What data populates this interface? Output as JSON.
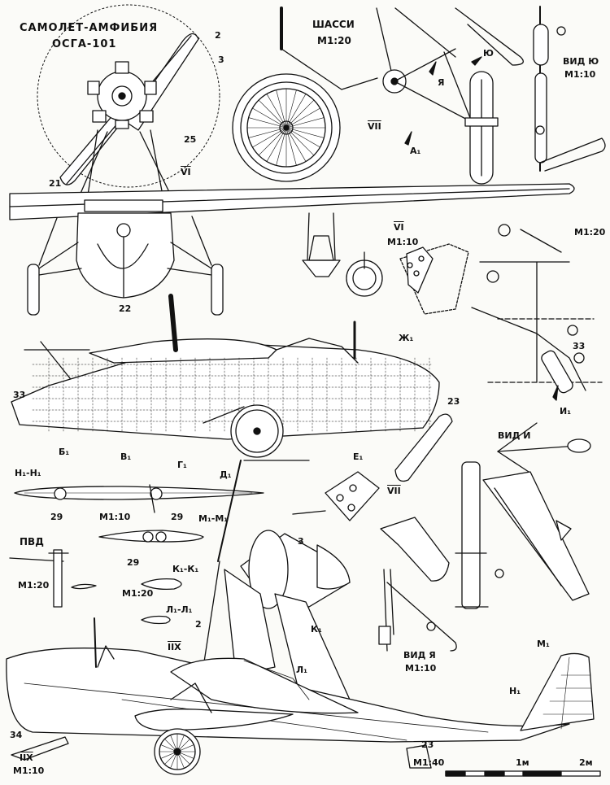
{
  "title": {
    "line1": "САМОЛЕТ-АМФИБИЯ",
    "line2": "ОСГА-101"
  },
  "chassis": {
    "title": "ШАССИ",
    "scale": "М1:20"
  },
  "views": {
    "vid_yu": "ВИД Ю",
    "vid_yu_scale": "М1:10",
    "vid_i": "ВИД И",
    "vid_ya": "ВИД Я",
    "vid_ya_scale": "М1:10",
    "vi_scale": "М1:10",
    "ix_scale": "М1:10",
    "pvd": "ПВД",
    "pvd_scale": "М1:20",
    "main_scale": "М1:40",
    "right_scale": "М1:20"
  },
  "sections": {
    "nn": "Н₁-Н₁",
    "nn_scale": "М1:10",
    "mm": "М₁-М₁",
    "kk": "К₁-К₁",
    "kk_scale": "М1:20",
    "ll": "Л₁-Л₁"
  },
  "roman": {
    "vi_a": "VI",
    "vi_b": "VI",
    "vii_a": "VII",
    "vii_b": "VII",
    "ix_a": "IIX",
    "ix_b": "IIX"
  },
  "numbers": {
    "n2a": "2",
    "n3a": "3",
    "n25": "25",
    "n21": "21",
    "n22": "22",
    "n33a": "33",
    "n33b": "33",
    "n23a": "23",
    "n29a": "29",
    "n29b": "29",
    "n29c": "29",
    "n3b": "3",
    "n2b": "2",
    "n34": "34",
    "n23b": "23"
  },
  "stations": {
    "b": "Б₁",
    "v": "В₁",
    "g": "Г₁",
    "d": "Д₁",
    "e": "Е₁",
    "zh": "Ж₁",
    "i": "И₁",
    "k": "К₁",
    "l": "Л₁",
    "m": "М₁",
    "n": "Н₁",
    "a": "А₁",
    "yu": "Ю",
    "ya": "Я"
  },
  "scale_bar": {
    "l1": "1м",
    "l2": "2м"
  }
}
